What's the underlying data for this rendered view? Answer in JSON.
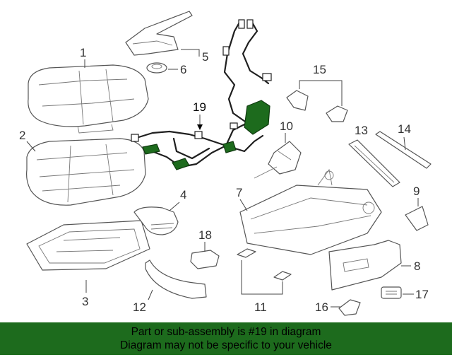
{
  "callouts": [
    {
      "id": "1",
      "label": "1"
    },
    {
      "id": "2",
      "label": "2"
    },
    {
      "id": "3",
      "label": "3"
    },
    {
      "id": "4",
      "label": "4"
    },
    {
      "id": "5",
      "label": "5"
    },
    {
      "id": "6",
      "label": "6"
    },
    {
      "id": "7",
      "label": "7"
    },
    {
      "id": "8",
      "label": "8"
    },
    {
      "id": "9",
      "label": "9"
    },
    {
      "id": "10",
      "label": "10"
    },
    {
      "id": "11",
      "label": "11"
    },
    {
      "id": "12",
      "label": "12"
    },
    {
      "id": "13",
      "label": "13"
    },
    {
      "id": "14",
      "label": "14"
    },
    {
      "id": "15",
      "label": "15"
    },
    {
      "id": "16",
      "label": "16"
    },
    {
      "id": "17",
      "label": "17"
    },
    {
      "id": "18",
      "label": "18"
    },
    {
      "id": "19",
      "label": "19"
    }
  ],
  "highlighted_part": "19",
  "highlight_color": "#1d6b1d",
  "banner": {
    "line1": "Part or sub-assembly is #19 in diagram",
    "line2": "Diagram may not be specific to your vehicle",
    "background": "#1d6b1d"
  }
}
